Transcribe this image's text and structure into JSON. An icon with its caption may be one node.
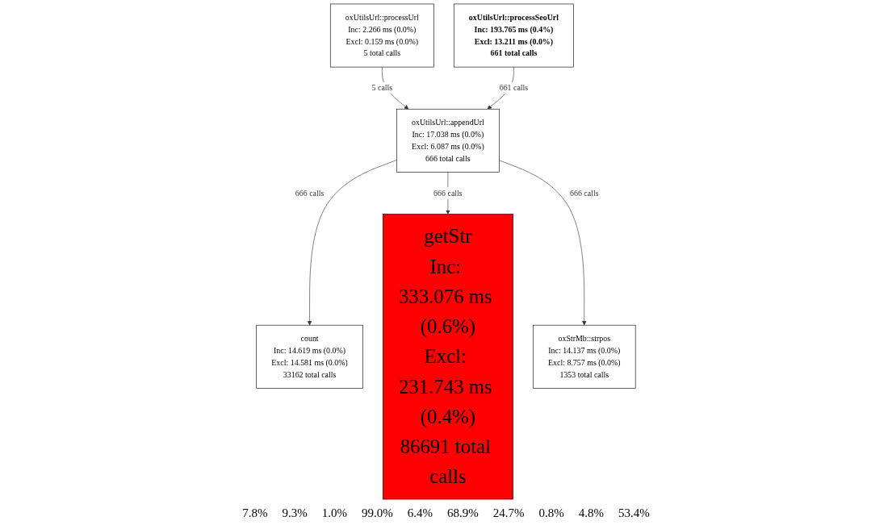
{
  "diagram": {
    "nodes": [
      {
        "text": [
          "oxUtilsUrl::processUrl",
          "Inc: 2.266 ms (0.0%)",
          "Excl: 0.159 ms (0.0%)",
          "5 total calls"
        ]
      },
      {
        "text": [
          "oxUtilsUrl::processSeoUrl",
          "Inc: 193.765 ms (0.4%)",
          "Excl: 13.211 ms (0.0%)",
          "661 total calls"
        ]
      },
      {
        "text": [
          "oxUtilsUrl::appendUrl",
          "Inc: 17.038 ms (0.0%)",
          "Excl: 6.087 ms (0.0%)",
          "666 total calls"
        ]
      },
      {
        "text": [
          "count",
          "Inc: 14.619 ms (0.0%)",
          "Excl: 14.581 ms (0.0%)",
          "33162 total calls"
        ]
      },
      {
        "text": [
          "getStr",
          "Inc: 333.076 ms (0.6%)",
          "Excl: 231.743 ms (0.4%)",
          "86691 total calls"
        ]
      },
      {
        "text": [
          "oxStrMb::strpos",
          "Inc: 14.137 ms (0.0%)",
          "Excl: 8.757 ms (0.0%)",
          "1353 total calls"
        ]
      }
    ],
    "edges": [
      {
        "from": 0,
        "to": 2,
        "arrow": "to",
        "label": "5 calls"
      },
      {
        "from": 1,
        "to": 2,
        "arrow": "to",
        "label": "661 calls"
      },
      {
        "from": 2,
        "to": 3,
        "arrow": "to",
        "label": "666 calls"
      },
      {
        "from": 2,
        "to": 4,
        "arrow": "to",
        "label": "666 calls"
      },
      {
        "from": 2,
        "to": 5,
        "arrow": "to",
        "label": "666 calls"
      }
    ],
    "labels": [
      "7.8%",
      "9.3%",
      "1.0%",
      "99.0%",
      "6.4%",
      "68.9%",
      "24.7%",
      "0.8%",
      "4.8%",
      "53.4%"
    ]
  }
}
